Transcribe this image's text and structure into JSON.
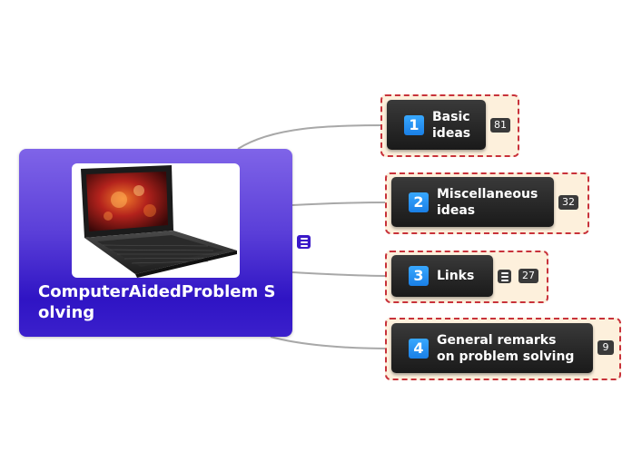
{
  "central_topic": {
    "title": "ComputerAidedProblem Solving",
    "image": "laptop-photo"
  },
  "topics": [
    {
      "number": "1",
      "label_lines": [
        "Basic",
        "ideas"
      ],
      "count": "81",
      "has_note": false
    },
    {
      "number": "2",
      "label_lines": [
        "Miscellaneous",
        "ideas"
      ],
      "count": "32",
      "has_note": false
    },
    {
      "number": "3",
      "label_lines": [
        "Links"
      ],
      "count": "27",
      "has_note": true
    },
    {
      "number": "4",
      "label_lines": [
        "General remarks",
        "on problem solving"
      ],
      "count": "9",
      "has_note": false
    }
  ],
  "icons": {
    "central_note": "note-icon",
    "topic_number": "numbered-badge-icon"
  },
  "colors": {
    "central_gradient_top": "#7f64e8",
    "central_gradient_bottom": "#2f14c4",
    "topic_bg": "#262626",
    "boundary_fill": "#fdf0dc",
    "boundary_border": "#c8323a",
    "number_badge": "#1a7fe6",
    "connector": "#a8a8a8"
  }
}
